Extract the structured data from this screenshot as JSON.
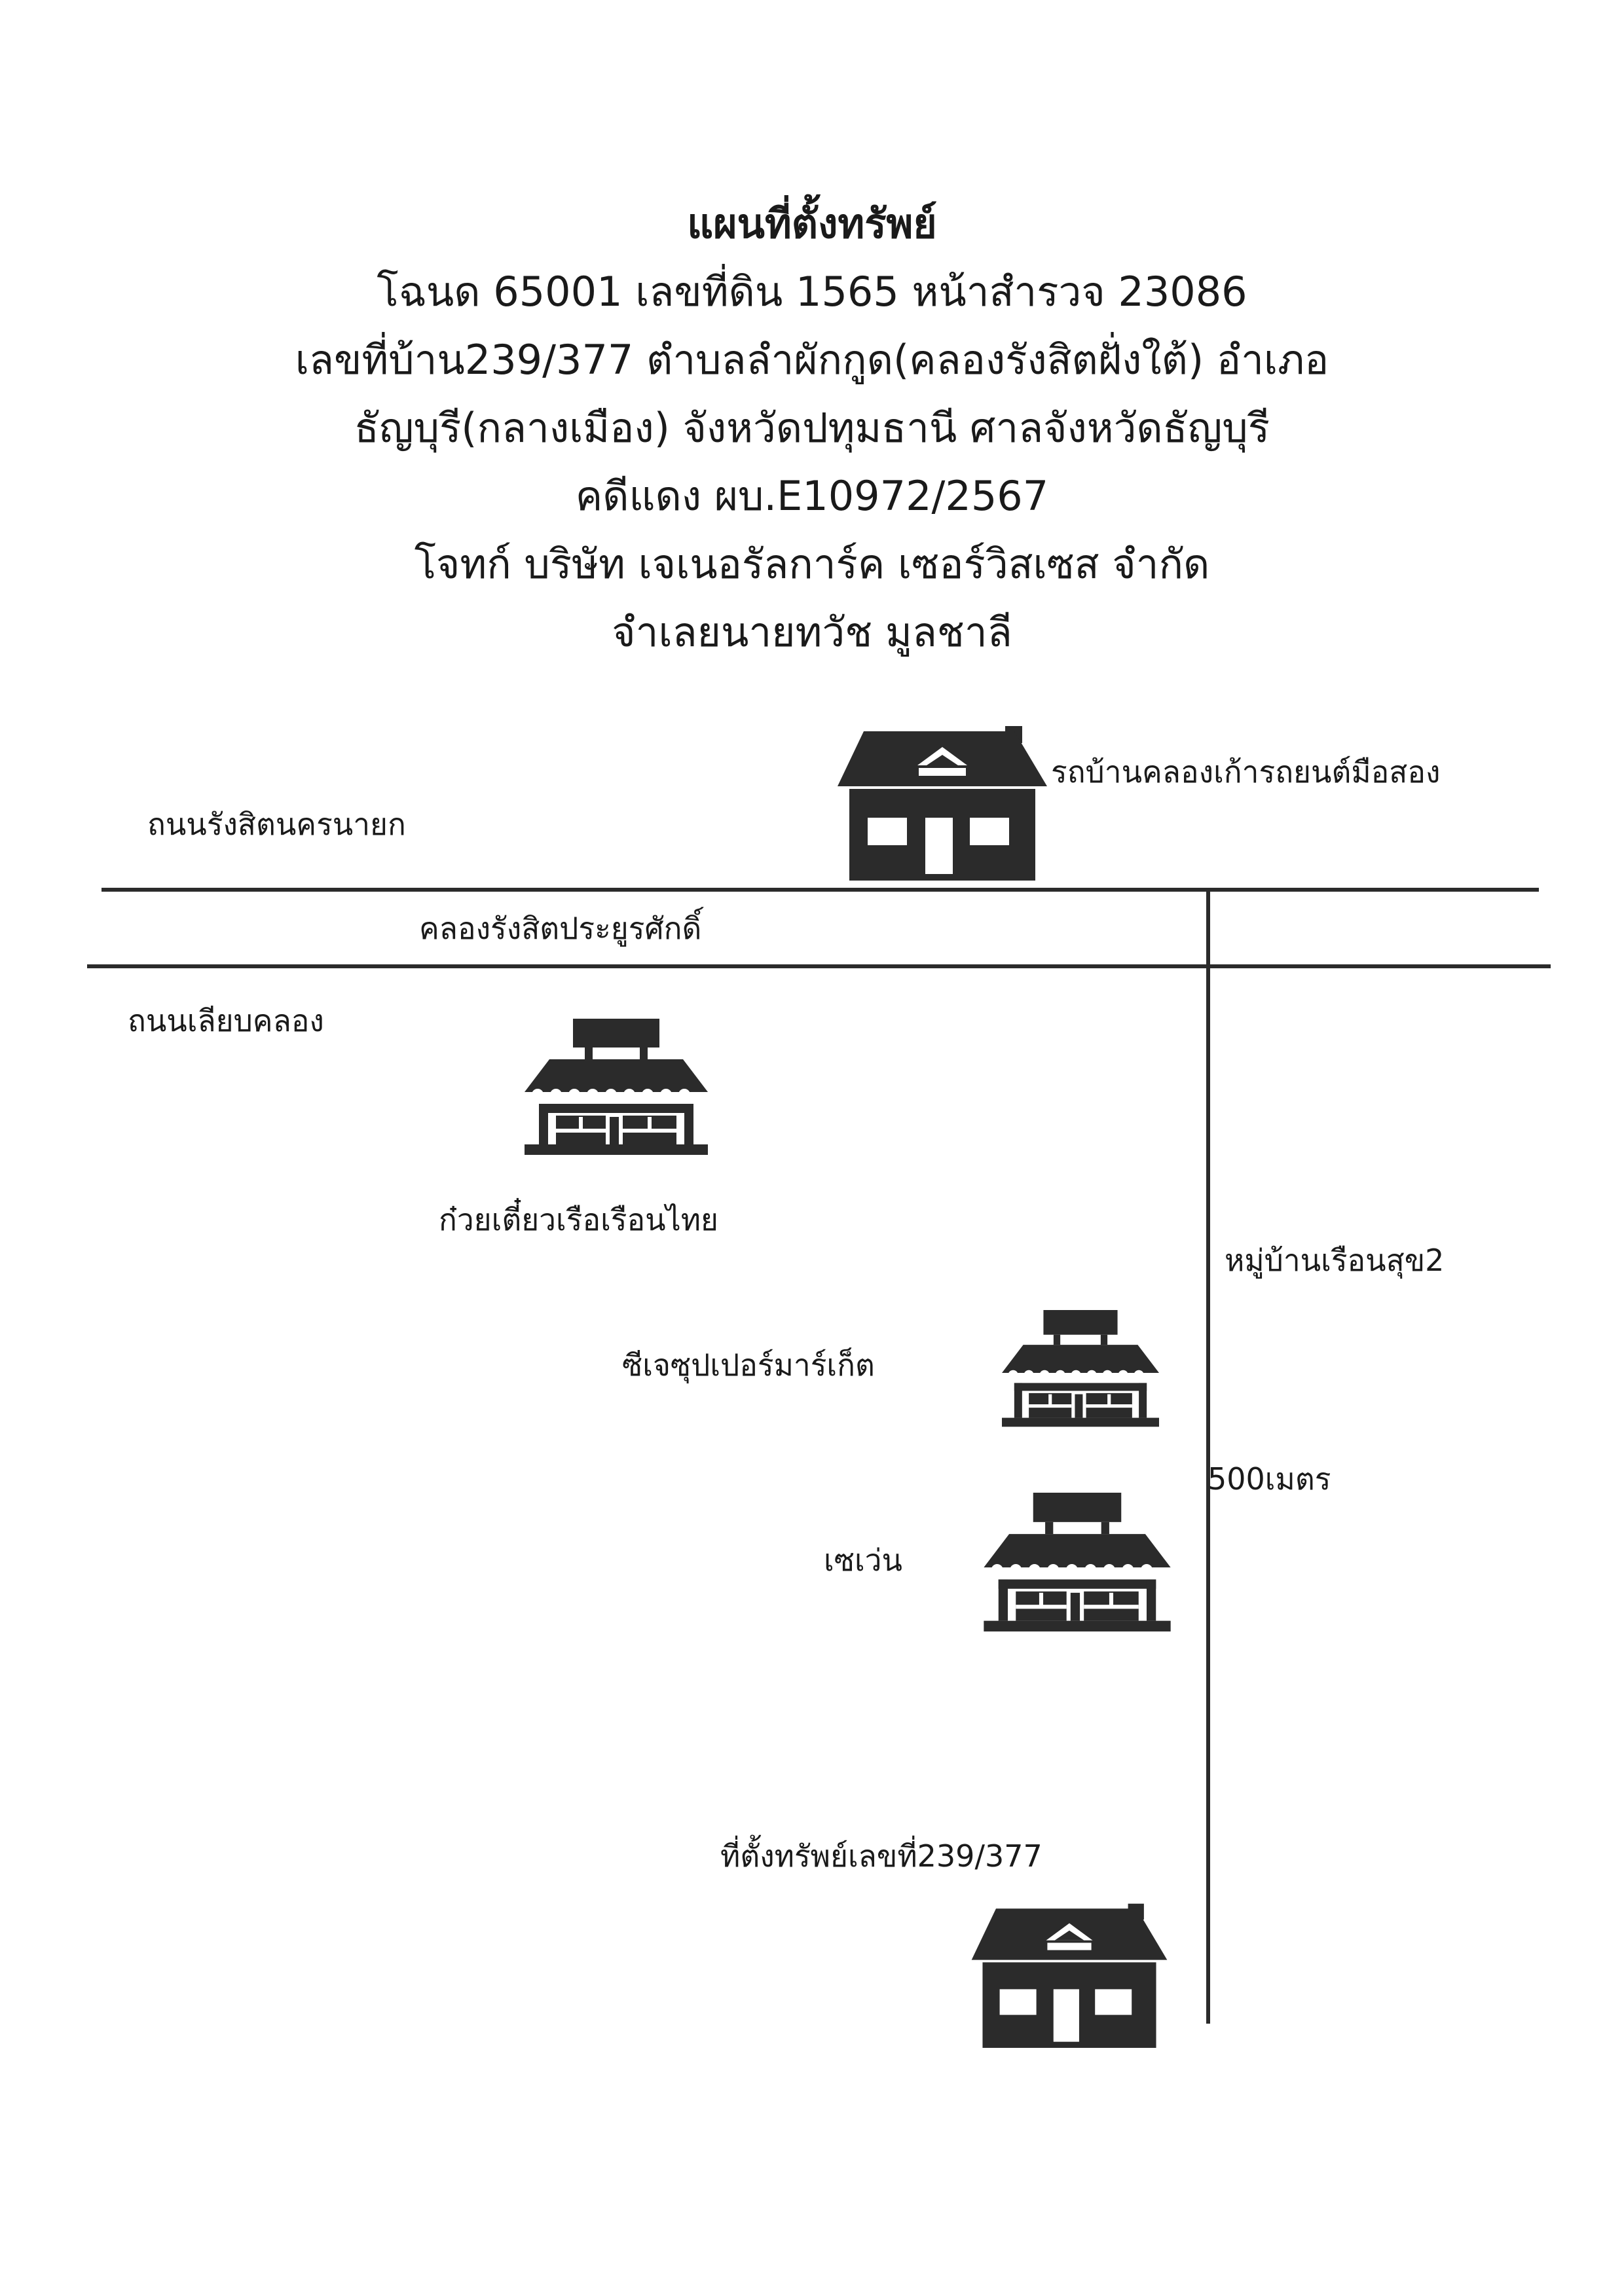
{
  "header": {
    "line1": "แผนที่ตั้งทรัพย์",
    "line2": "โฉนด 65001 เลขที่ดิน 1565 หน้าสำรวจ 23086",
    "line3": "เลขที่บ้าน239/377 ตำบลลำผักกูด(คลองรังสิตฝั่งใต้) อำเภอ",
    "line4": "ธัญบุรี(กลางเมือง) จังหวัดปทุมธานี ศาลจังหวัดธัญบุรี",
    "line5": "คดีแดง ผบ.E10972/2567",
    "line6": "โจทก์ บริษัท เจเนอรัลการ์ค เซอร์วิสเซส จำกัด",
    "line7": "จำเลยนายทวัช มูลชาลี"
  },
  "map": {
    "road_north": "ถนนรังสิตนครนายก",
    "canal": "คลองรังสิตประยูรศักดิ์",
    "road_canal_side": "ถนนเลียบคลอง",
    "landmark_used_car": "รถบ้านคลองเก้ารถยนต์มือสอง",
    "landmark_noodle": "ก๋วยเตี๋ยวเรือเรือนไทย",
    "village": "หมู่บ้านเรือนสุข2",
    "landmark_cj": "ซีเจซุปเปอร์มาร์เก็ต",
    "landmark_seven": "เซเว่น",
    "distance": "500เมตร",
    "property_location": "ที่ตั้งทรัพย์เลขที่239/377"
  },
  "icons": {
    "house": "house-icon",
    "shop": "shop-icon"
  },
  "colors": {
    "ink": "#2b2b2b",
    "paper": "#ffffff"
  }
}
